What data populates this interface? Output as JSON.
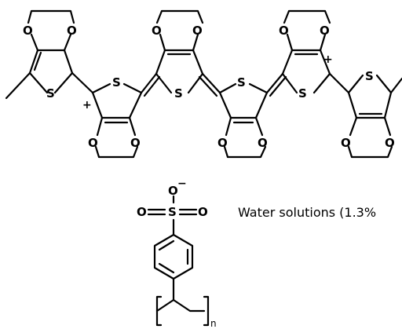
{
  "diagram": {
    "pedot": {
      "sulfur_label": "S",
      "oxygen_label": "O",
      "positive_charge": "+"
    },
    "pss": {
      "sulfonate_anion_oxygen": "O",
      "negative_charge": "−",
      "sulfonate_left_oxygen": "O",
      "sulfonate_sulfur": "S",
      "sulfonate_right_oxygen": "O",
      "repeat_subscript": "n"
    },
    "caption": "Water solutions (1.3%"
  }
}
